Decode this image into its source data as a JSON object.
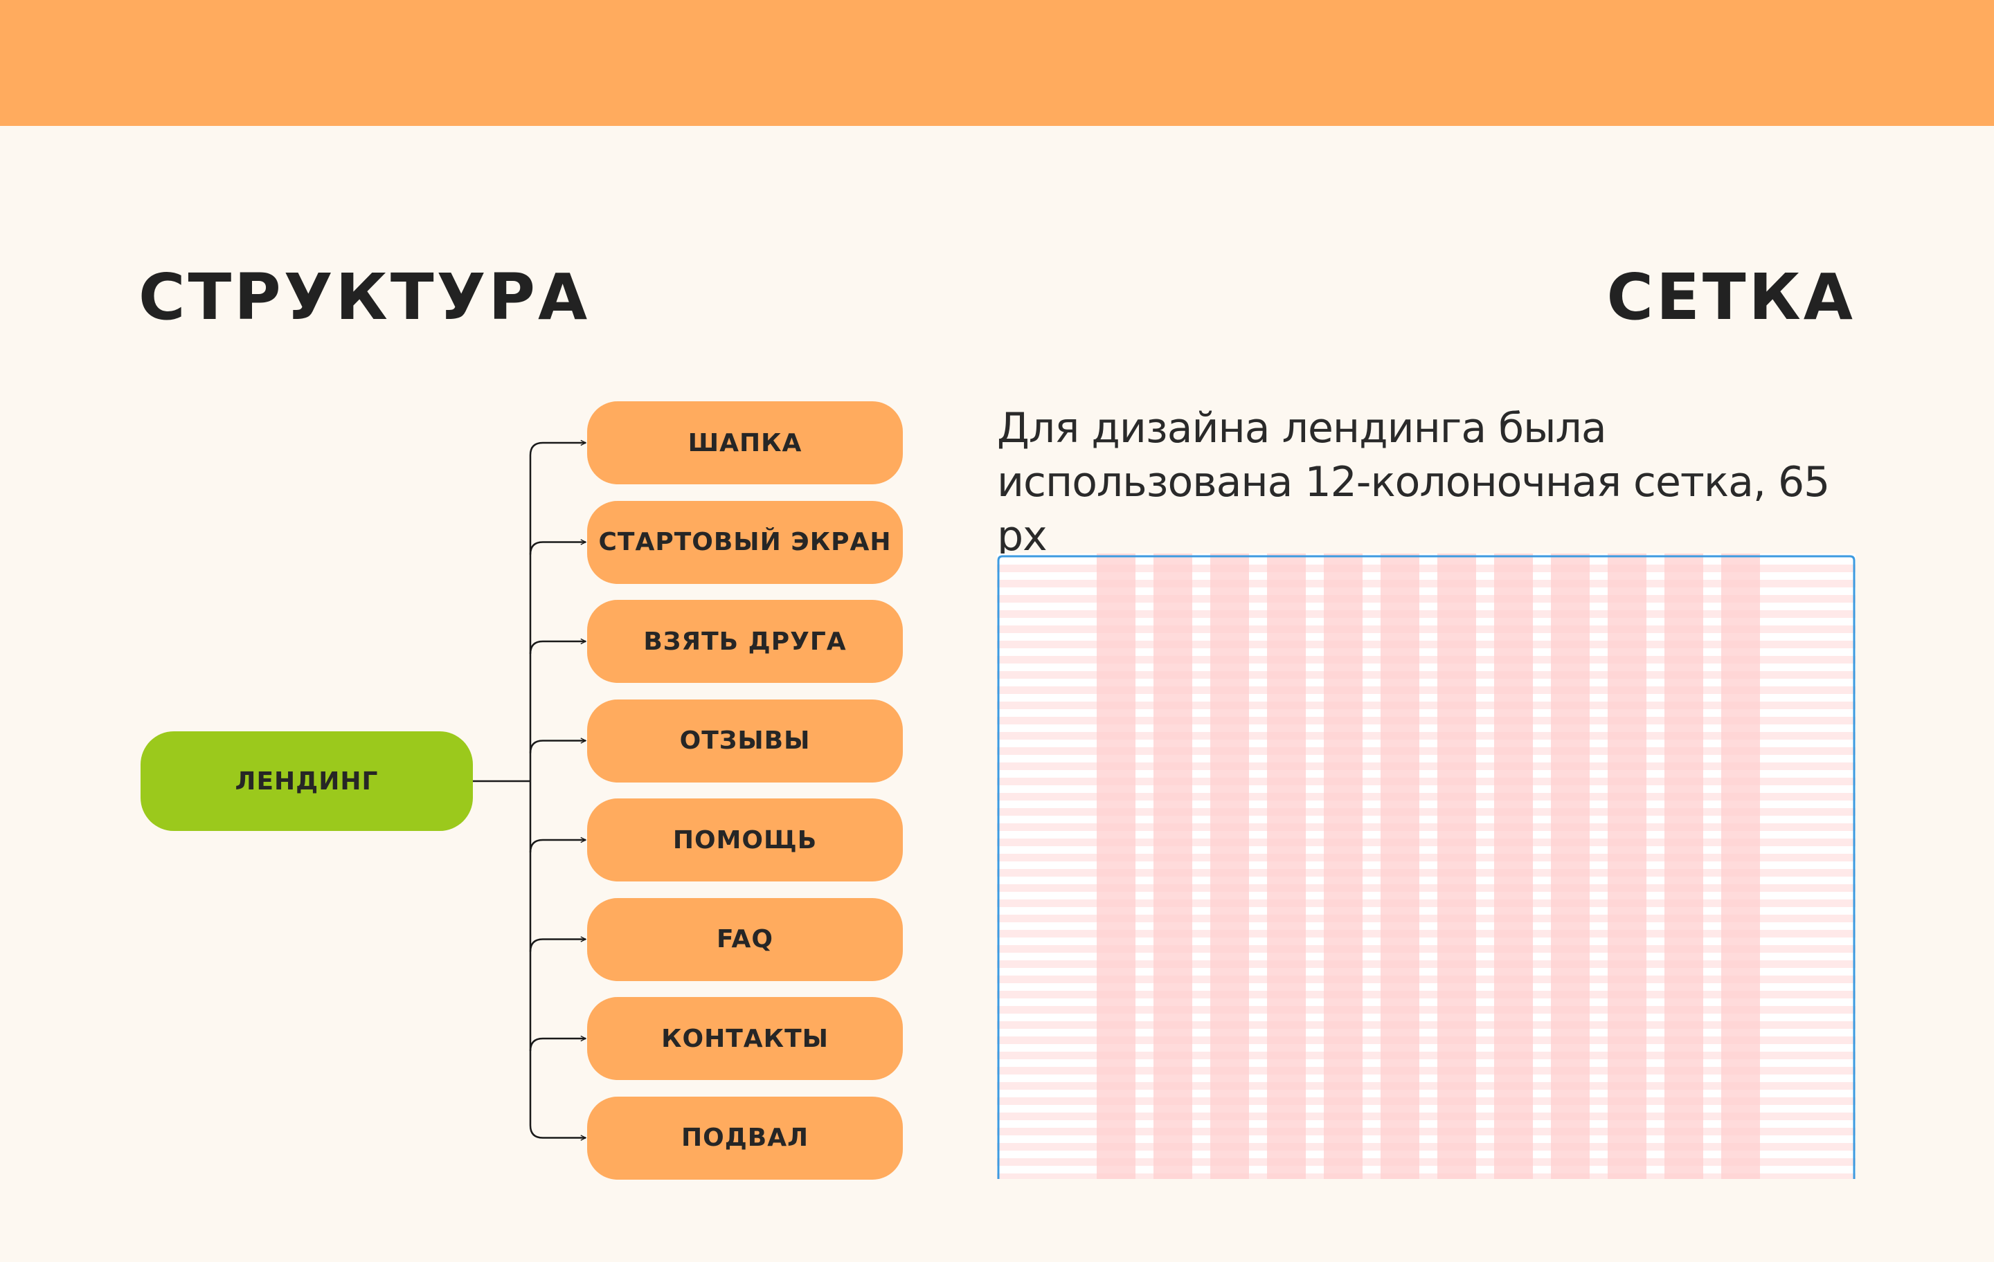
{
  "colors": {
    "header_band": "#FFAB5E",
    "background": "#FDF8F1",
    "root_node": "#9BC91C",
    "child_node": "#FFAB5E",
    "connector": "#1A1A1A",
    "grid_column": "#FFCFCF",
    "grid_row": "#FFE9E9",
    "grid_frame": "#3D9BE0"
  },
  "structure": {
    "title": "СТРУКТУРА",
    "root": "ЛЕНДИНГ",
    "children": [
      "ШАПКА",
      "СТАРТОВЫЙ ЭКРАН",
      "ВЗЯТЬ ДРУГА",
      "ОТЗЫВЫ",
      "ПОМОЩЬ",
      "FAQ",
      "КОНТАКТЫ",
      "ПОДВАЛ"
    ]
  },
  "grid": {
    "title": "СЕТКА",
    "description": "Для дизайна лендинга была использована 12-колоночная сетка, 65 px",
    "columns": 12
  }
}
